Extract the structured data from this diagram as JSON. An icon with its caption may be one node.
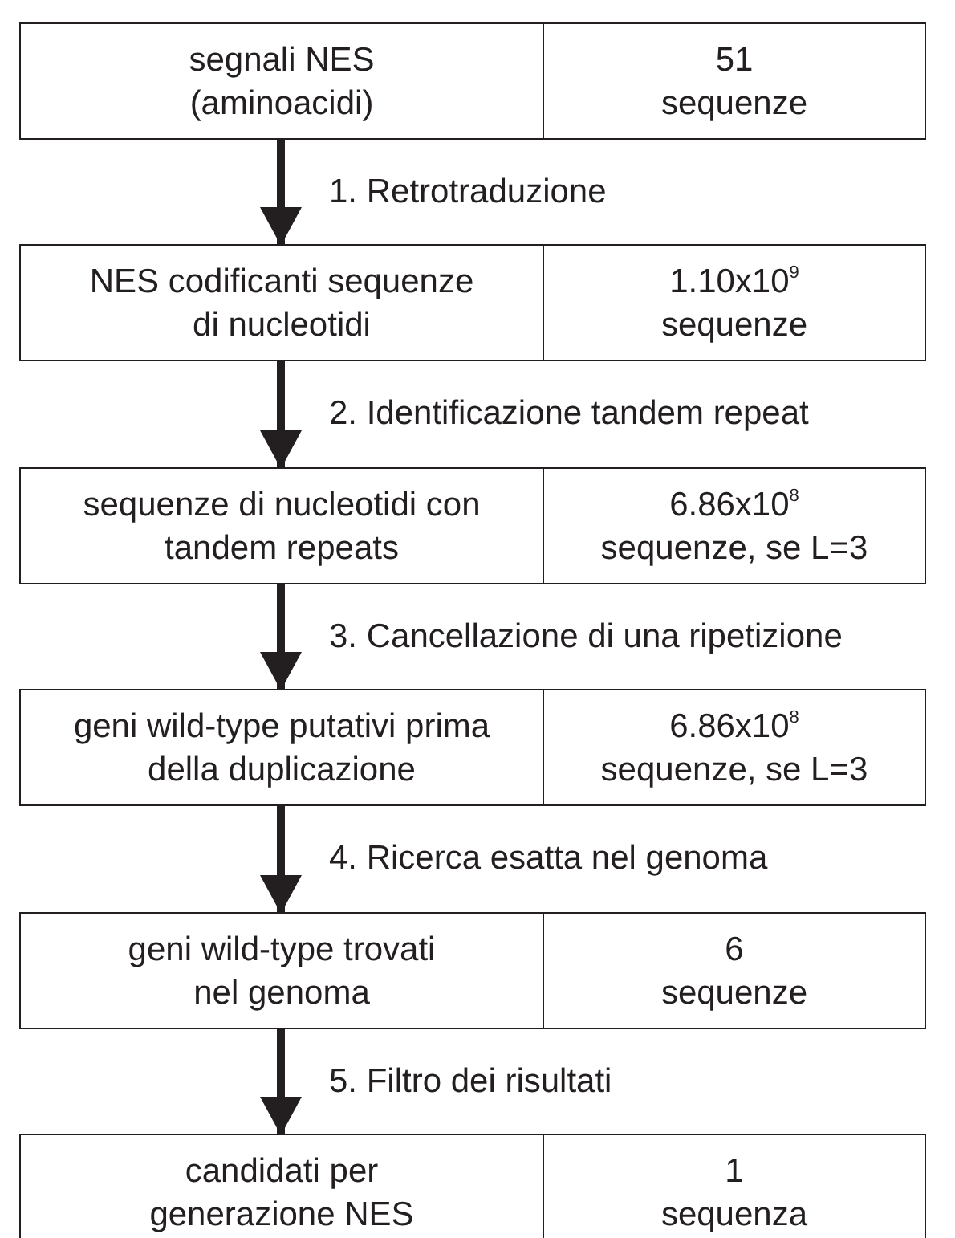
{
  "diagram": {
    "nodes": [
      {
        "text": [
          "segnali NES (aminoacidi)",
          "51 sequenze"
        ]
      },
      {
        "text": [
          "NES codificanti sequenze di nucleotidi",
          "1.10x10$^{9}$ sequenze"
        ]
      },
      {
        "text": [
          "sequenze di nucleotidi con tandem repeats",
          "6.86x10$^{8}$ sequenze, se L=3"
        ]
      },
      {
        "text": [
          "geni wild-type putativi prima della duplicazione",
          "6.86x10$^{8}$ sequenze, se L=3"
        ]
      },
      {
        "text": [
          "geni wild-type trovati nel genoma",
          "6 sequenze"
        ]
      },
      {
        "text": [
          "candidati per generazione NES",
          "1 sequenza"
        ]
      }
    ],
    "edges": [
      {
        "from": 0,
        "to": 1,
        "arrow": "to",
        "label": "1. Retrotraduzione"
      },
      {
        "from": 1,
        "to": 2,
        "arrow": "to",
        "label": "2. Identificazione tandem repeat"
      },
      {
        "from": 2,
        "to": 3,
        "arrow": "to",
        "label": "3. Cancellazione di una ripetizione"
      },
      {
        "from": 3,
        "to": 4,
        "arrow": "to",
        "label": "4. Ricerca esatta nel genoma"
      },
      {
        "from": 4,
        "to": 5,
        "arrow": "to",
        "label": "5. Filtro dei risultati"
      }
    ]
  }
}
